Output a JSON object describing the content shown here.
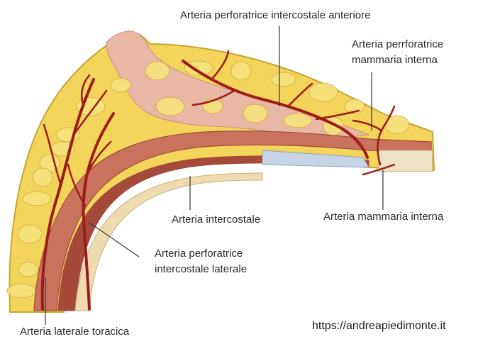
{
  "colors": {
    "fat": "#f2d55a",
    "fat_lobule": "#f7e27e",
    "fat_outline": "#c9a532",
    "skin": "#e9c69a",
    "gland": "#e8b8a4",
    "muscle": "#c9735e",
    "muscle_dark": "#a54a3a",
    "rib": "#eedcb0",
    "pleura": "#c8d4e6",
    "artery": "#9c1c18",
    "sternum": "#efe3c6",
    "leader": "#333333"
  },
  "labels": {
    "perforator_anterior": "Arteria perforatrice intercostale anteriore",
    "perforator_internal_1": "Arteria perrforatrice",
    "perforator_internal_2": "mammaria interna",
    "intercostal": "Arteria intercostale",
    "internal_mammary": "Arteria mammaria interna",
    "perforator_lateral_1": "Arteria perforatrice",
    "perforator_lateral_2": "intercostale laterale",
    "lateral_thoracic": "Arteria laterale toracica"
  },
  "source_url": "https://andreapiedimonte.it"
}
